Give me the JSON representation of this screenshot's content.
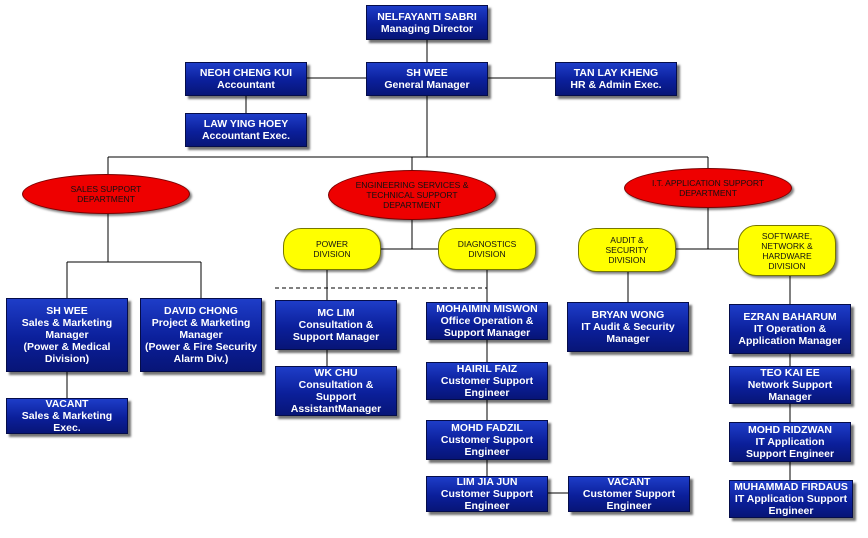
{
  "nodes": {
    "md": {
      "name": "NELFAYANTI SABRI",
      "title": "Managing Director"
    },
    "gm": {
      "name": "SH WEE",
      "title": "General Manager"
    },
    "acct": {
      "name": "NEOH CHENG KUI",
      "title": "Accountant"
    },
    "acct_exec": {
      "name": "LAW YING HOEY",
      "title": "Accountant Exec."
    },
    "hr": {
      "name": "TAN LAY KHENG",
      "title": "HR & Admin Exec."
    },
    "sales_mgr": {
      "name": "SH WEE",
      "title1": "Sales & Marketing",
      "title2": "Manager",
      "title3": "(Power & Medical",
      "title4": "Division)"
    },
    "proj_mgr": {
      "name": "DAVID CHONG",
      "title1": "Project & Marketing",
      "title2": "Manager",
      "title3": "(Power & Fire Security",
      "title4": "Alarm Div.)"
    },
    "sales_exec": {
      "name": "VACANT",
      "title1": "Sales & Marketing",
      "title2": "Exec."
    },
    "mc_lim": {
      "name": "MC LIM",
      "title1": "Consultation &",
      "title2": "Support Manager"
    },
    "wk_chu": {
      "name": "WK CHU",
      "title1": "Consultation &",
      "title2": "Support",
      "title3": "AssistantManager"
    },
    "mohaimin": {
      "name": "MOHAIMIN MISWON",
      "title1": "Office Operation &",
      "title2": "Support  Manager"
    },
    "hairil": {
      "name": "HAIRIL FAIZ",
      "title1": "Customer Support",
      "title2": "Engineer"
    },
    "fadzil": {
      "name": "MOHD FADZIL",
      "title1": "Customer Support",
      "title2": "Engineer"
    },
    "lim": {
      "name": "LIM JIA JUN",
      "title1": "Customer Support",
      "title2": "Engineer"
    },
    "vacant_cs": {
      "name": "VACANT",
      "title1": "Customer Support",
      "title2": "Engineer"
    },
    "bryan": {
      "name": "BRYAN WONG",
      "title1": "IT Audit & Security",
      "title2": "Manager"
    },
    "ezran": {
      "name": "EZRAN BAHARUM",
      "title1": "IT Operation &",
      "title2": "Application Manager"
    },
    "teo": {
      "name": "TEO KAI EE",
      "title1": "Network Support",
      "title2": "Manager"
    },
    "ridzwan": {
      "name": "MOHD RIDZWAN",
      "title1": "IT Application",
      "title2": "Support Engineer"
    },
    "firdaus": {
      "name": "MUHAMMAD FIRDAUS",
      "title1": "IT Application Support",
      "title2": "Engineer"
    }
  },
  "departments": {
    "sales": {
      "l1": "SALES SUPPORT",
      "l2": "DEPARTMENT"
    },
    "eng": {
      "l1": "ENGINEERING SERVICES &",
      "l2": "TECHNICAL SUPPORT",
      "l3": "DEPARTMENT"
    },
    "it": {
      "l1": "I.T. APPLICATION SUPPORT",
      "l2": "DEPARTMENT"
    }
  },
  "divisions": {
    "power": {
      "l1": "POWER",
      "l2": "DIVISION"
    },
    "diag": {
      "l1": "DIAGNOSTICS",
      "l2": "DIVISION"
    },
    "audit": {
      "l1": "AUDIT &",
      "l2": "SECURITY",
      "l3": "DIVISION"
    },
    "soft": {
      "l1": "SOFTWARE,",
      "l2": "NETWORK &",
      "l3": "HARDWARE",
      "l4": "DIVISION"
    }
  },
  "colors": {
    "box": "#0b1f9a",
    "department": "#ee0000",
    "division": "#ffff00",
    "line": "#000000"
  }
}
